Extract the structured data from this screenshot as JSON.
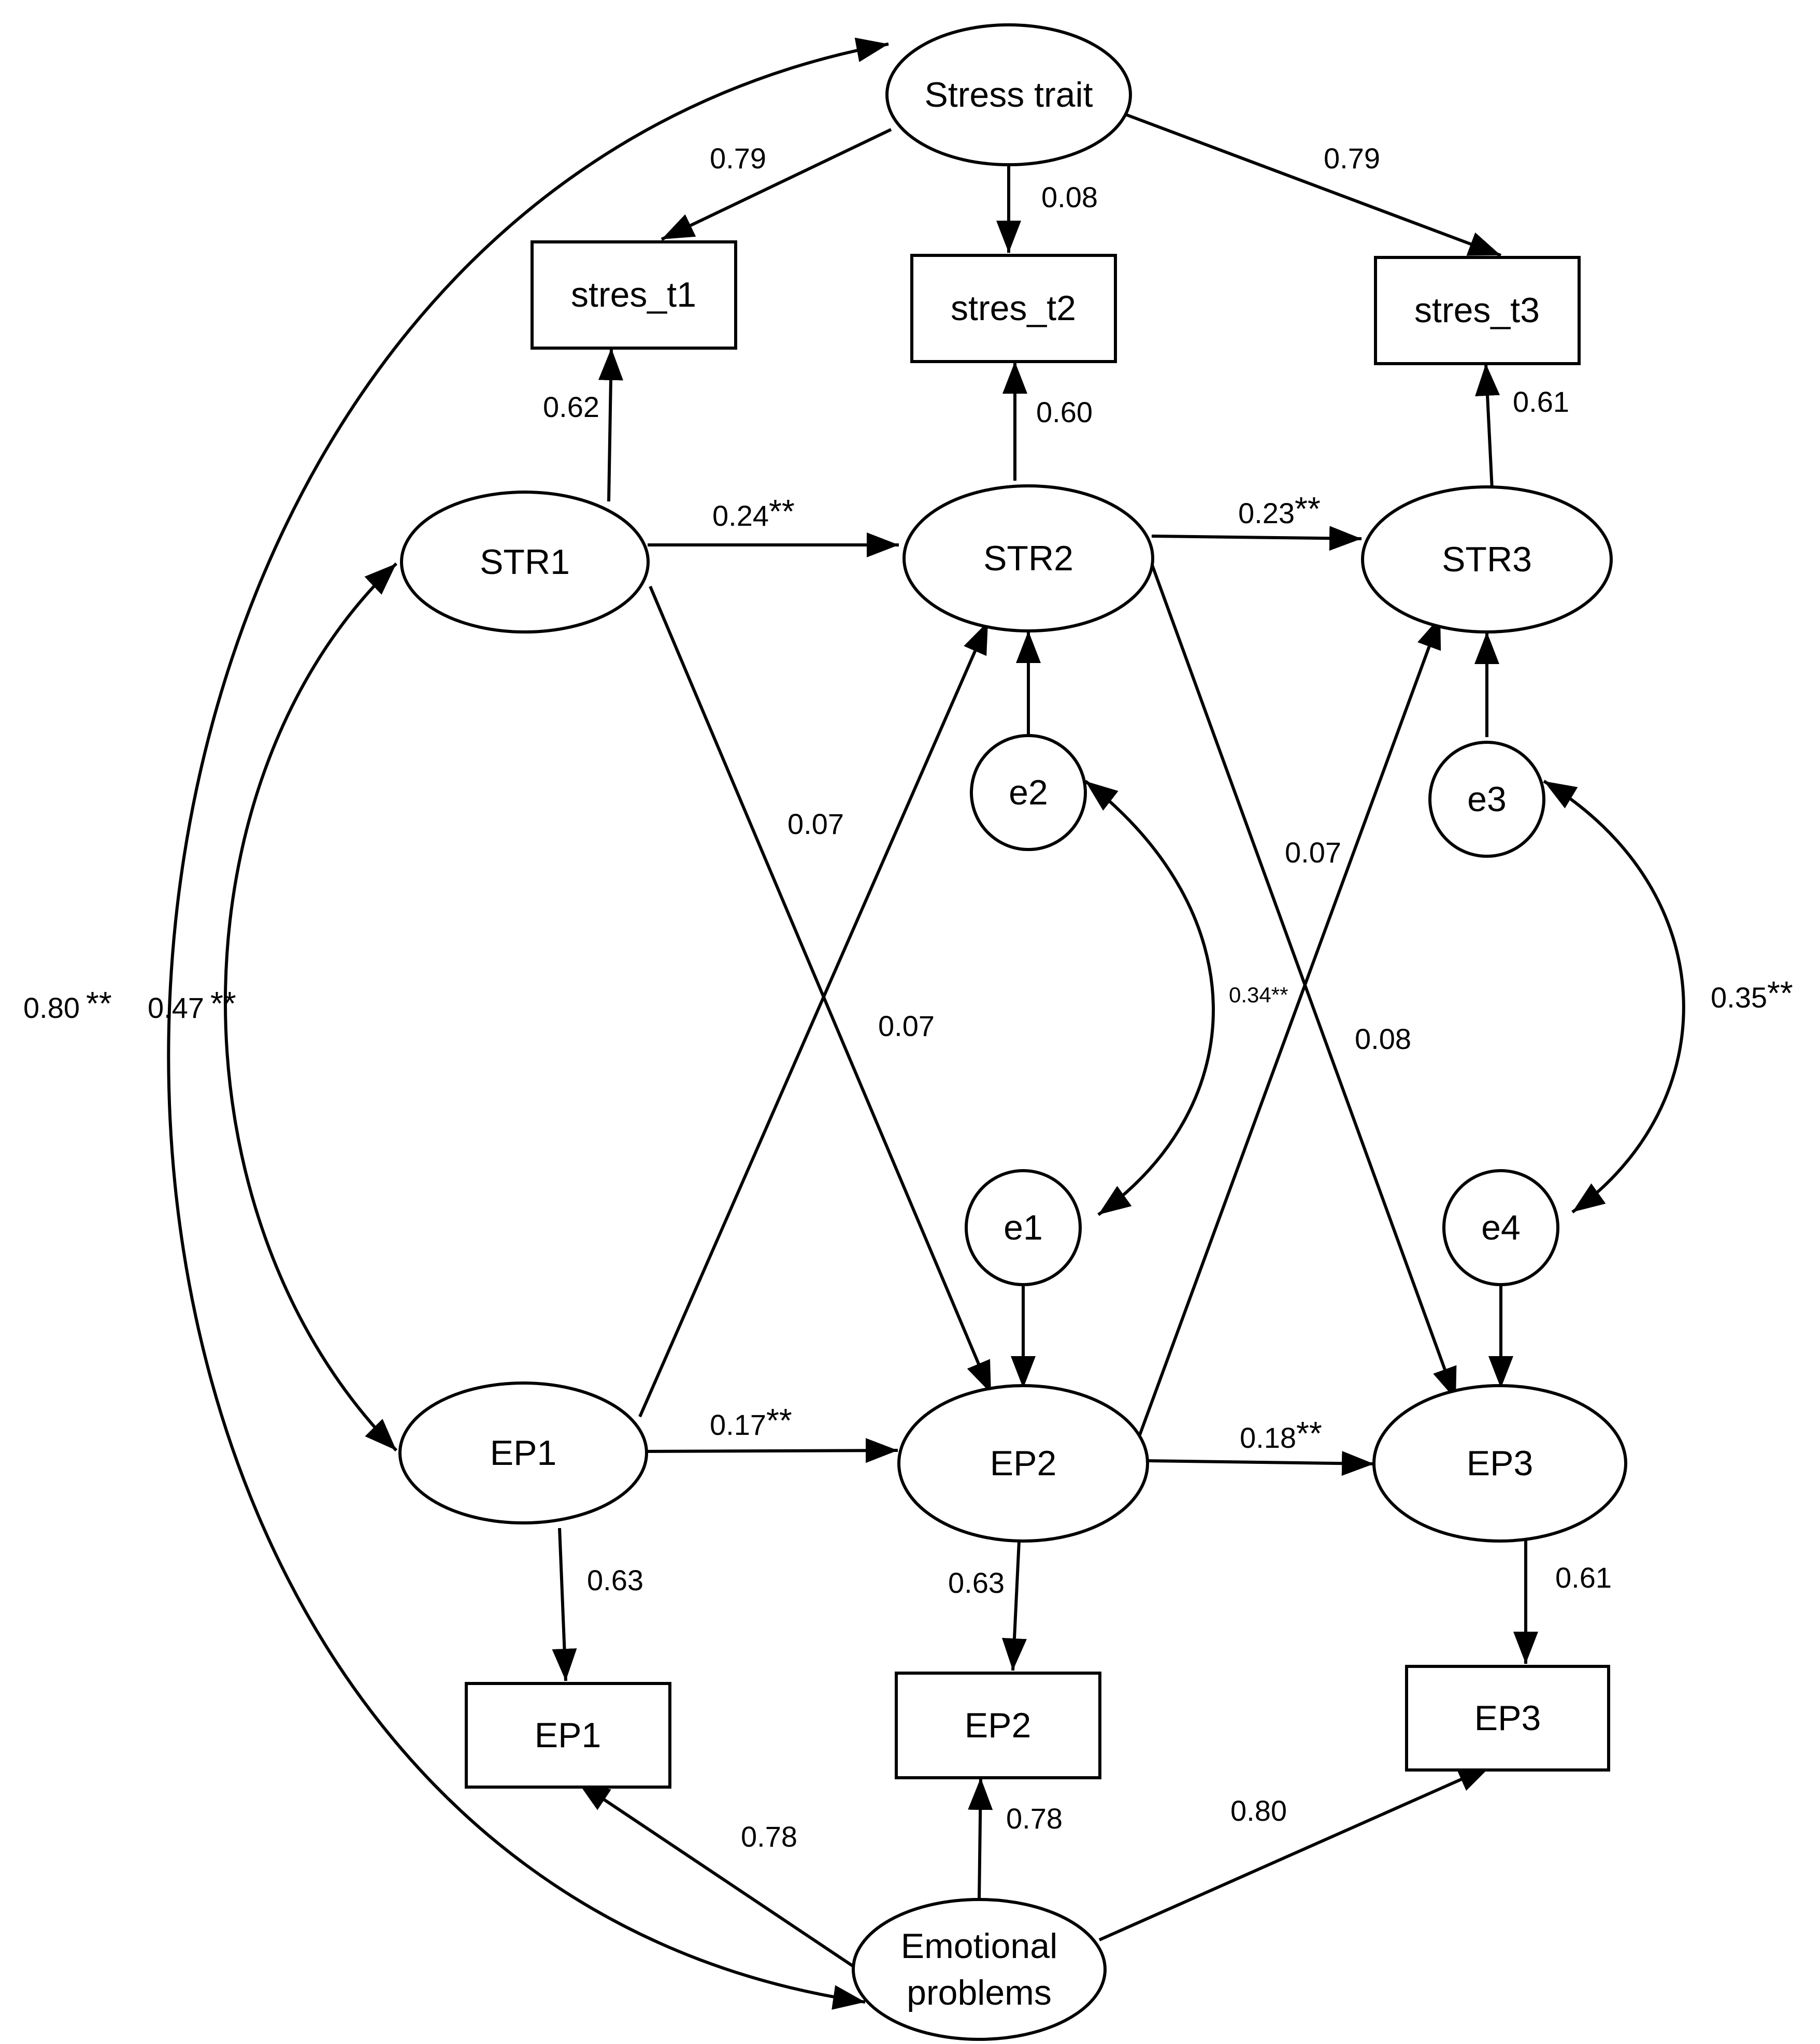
{
  "nodes": {
    "stress_trait": "Stress trait",
    "stres_t1": "stres_t1",
    "stres_t2": "stres_t2",
    "stres_t3": "stres_t3",
    "str1": "STR1",
    "str2": "STR2",
    "str3": "STR3",
    "e1": "e1",
    "e2": "e2",
    "e3": "e3",
    "e4": "e4",
    "ep1_latent": "EP1",
    "ep2_latent": "EP2",
    "ep3_latent": "EP3",
    "ep1_obs": "EP1",
    "ep2_obs": "EP2",
    "ep3_obs": "EP3",
    "emotional_line1": "Emotional",
    "emotional_line2": "problems"
  },
  "coefficients": {
    "trait_t1": "0.79",
    "trait_t2": "0.08",
    "trait_t3": "0.79",
    "str1_t1": "0.62",
    "str2_t2": "0.60",
    "str3_t3": "0.61",
    "str1_str2": "0.24",
    "str2_str3": "0.23",
    "str1_ep2": "0.07",
    "ep1_str2": "0.07",
    "str2_ep3": "0.07",
    "ep2_str3": "0.08",
    "trait_emotional": "0.80",
    "str1_ep1": "0.47",
    "e1_e2": "0.34",
    "e3_e4": "0.35",
    "ep1_ep2": "0.17",
    "ep2_ep3": "0.18",
    "ep1_obs": "0.63",
    "ep2_obs": "0.63",
    "ep3_obs": "0.61",
    "emo_ep1": "0.78",
    "emo_ep2": "0.78",
    "emo_ep3": "0.80"
  },
  "significance_marker": "**"
}
